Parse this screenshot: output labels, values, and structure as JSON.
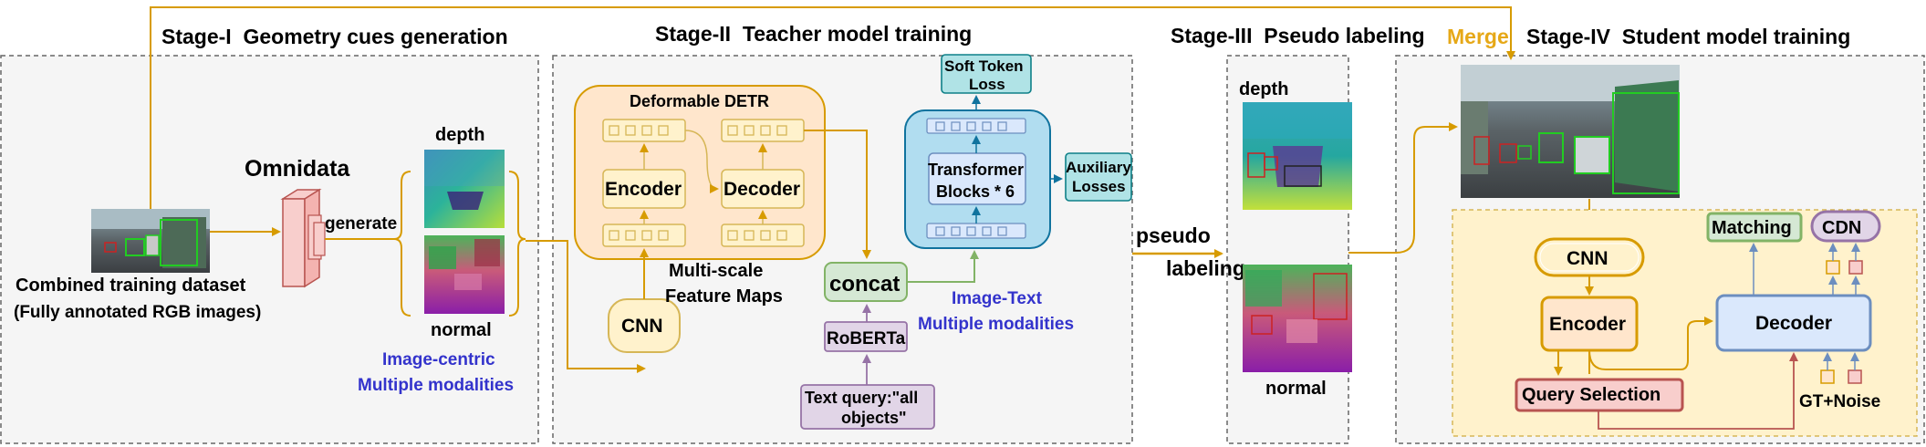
{
  "stages": {
    "stage1": {
      "title": "Stage-I  Geometry cues generation"
    },
    "stage2": {
      "title": "Stage-II  Teacher model training"
    },
    "stage3": {
      "title": "Stage-III  Pseudo labeling"
    },
    "stage4": {
      "title": "Stage-IV  Student model training"
    },
    "merge": "Merge"
  },
  "stage1": {
    "omnidata": "Omnidata",
    "generate": "generate",
    "dataset_line1": "Combined training dataset",
    "dataset_line2": "(Fully annotated RGB images)",
    "depth": "depth",
    "normal": "normal",
    "modal_line1": "Image-centric",
    "modal_line2": "Multiple modalities"
  },
  "stage2": {
    "detr": "Deformable DETR",
    "encoder": "Encoder",
    "decoder": "Decoder",
    "cnn": "CNN",
    "feature_line1": "Multi-scale",
    "feature_line2": "Feature Maps",
    "concat": "concat",
    "roberta": "RoBERTa",
    "query_line1": "Text query:\"all",
    "query_line2": "objects\"",
    "transformer_line1": "Transformer",
    "transformer_line2": "Blocks * 6",
    "soft_line1": "Soft Token",
    "soft_line2": "Loss",
    "aux_line1": "Auxiliary",
    "aux_line2": "Losses",
    "modal_line1": "Image-Text",
    "modal_line2": "Multiple modalities"
  },
  "stage3": {
    "pseudo_line1": "pseudo",
    "pseudo_line2": "labeling",
    "depth": "depth",
    "normal": "normal"
  },
  "stage4": {
    "cnn": "CNN",
    "encoder": "Encoder",
    "decoder": "Decoder",
    "query_selection": "Query Selection",
    "matching": "Matching",
    "cdn": "CDN",
    "gt_noise": "GT+Noise"
  },
  "colors": {
    "orange_line": "#d79b00",
    "orange_fill": "#ffe6cc",
    "yellow_fill": "#fff2cc",
    "yellow_stroke": "#d6b656",
    "red_fill": "#f8cecc",
    "red_stroke": "#b85450",
    "blue_fill": "#b1ddf0",
    "blue_stroke": "#10739e",
    "light_blue": "#dae8fc",
    "blue_border": "#6c8ebf",
    "green_fill": "#d5e8d4",
    "green_stroke": "#82b366",
    "purple_fill": "#e1d5e7",
    "purple_stroke": "#9673a6",
    "teal_fill": "#b0e3e6",
    "teal_stroke": "#0e8088",
    "modal_text": "#3333cc",
    "merge_text": "#e6a817"
  }
}
